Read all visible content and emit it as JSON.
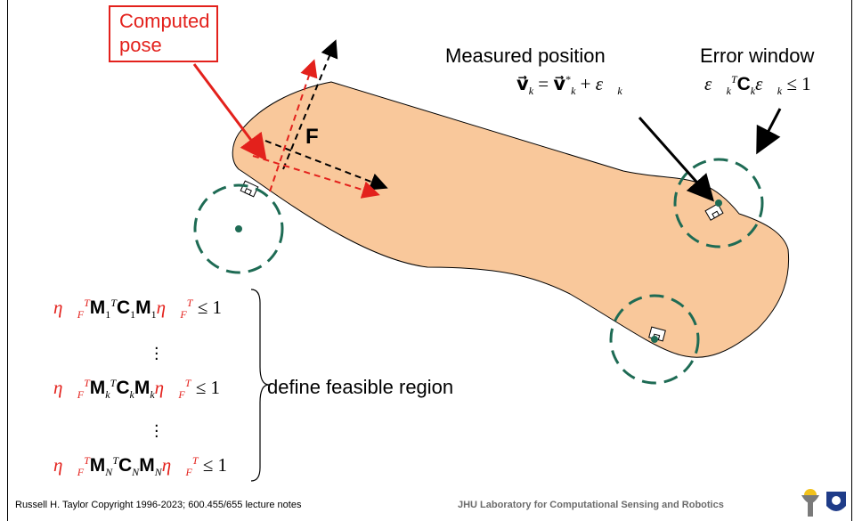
{
  "callout": {
    "line1": "Computed",
    "line2": "pose"
  },
  "labels": {
    "frame": "F",
    "measured_position": "Measured position",
    "error_window": "Error window",
    "feasible_region": "define feasible region"
  },
  "equations": {
    "measured": "v_k = v*_k + ε_k",
    "error_window": "ε_k^T C_k ε_k ≤ 1",
    "constraints": [
      {
        "index": "1",
        "rhs": "≤ 1"
      },
      {
        "index": "k",
        "rhs": "≤ 1"
      },
      {
        "index": "N",
        "rhs": "≤ 1"
      }
    ]
  },
  "footer": {
    "left": "Russell H. Taylor Copyright 1996-2023; 600.455/655 lecture notes",
    "right": "JHU Laboratory for Computational Sensing and Robotics"
  },
  "colors": {
    "bone": "#f9c89b",
    "window": "#1e6b54",
    "pose": "#e3211c"
  }
}
